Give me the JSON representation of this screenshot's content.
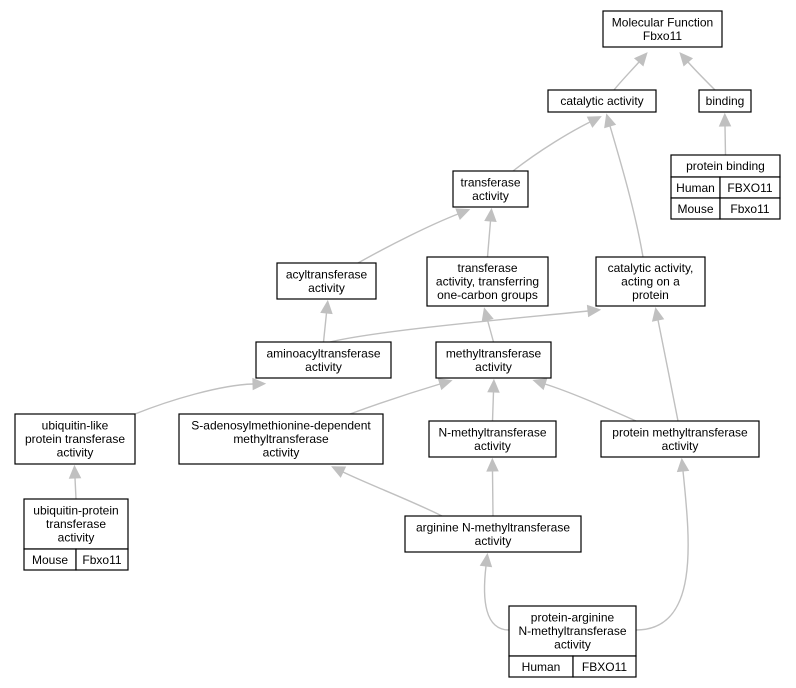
{
  "colors": {
    "human": "#fa6446",
    "mouse": "#add8e6",
    "edge": "#c0c0c0"
  },
  "nodes": {
    "molecular_function": [
      "Molecular Function",
      "Fbxo11"
    ],
    "catalytic_activity": [
      "catalytic activity"
    ],
    "binding": [
      "binding"
    ],
    "protein_binding": [
      "protein binding"
    ],
    "transferase_activity": [
      "transferase",
      "activity"
    ],
    "acyltransferase_activity": [
      "acyltransferase",
      "activity"
    ],
    "transferase_one_carbon": [
      "transferase",
      "activity, transferring",
      "one-carbon groups"
    ],
    "catalytic_on_protein": [
      "catalytic activity,",
      "acting on a",
      "protein"
    ],
    "aminoacyltransferase_activity": [
      "aminoacyltransferase",
      "activity"
    ],
    "methyltransferase_activity": [
      "methyltransferase",
      "activity"
    ],
    "ubiquitin_like_transferase": [
      "ubiquitin-like",
      "protein transferase",
      "activity"
    ],
    "sam_methyltransferase": [
      "S-adenosylmethionine-dependent",
      "methyltransferase",
      "activity"
    ],
    "n_methyltransferase": [
      "N-methyltransferase",
      "activity"
    ],
    "protein_methyltransferase": [
      "protein methyltransferase",
      "activity"
    ],
    "ubiquitin_protein_transferase": [
      "ubiquitin-protein",
      "transferase",
      "activity"
    ],
    "arginine_n_methyltransferase": [
      "arginine N-methyltransferase",
      "activity"
    ],
    "protein_arginine_n_methyltransferase": [
      "protein-arginine",
      "N-methyltransferase",
      "activity"
    ]
  },
  "annotations": {
    "protein_binding": [
      {
        "species": "Human",
        "gene": "FBXO11"
      },
      {
        "species": "Mouse",
        "gene": "Fbxo11"
      }
    ],
    "ubiquitin_protein_transferase": [
      {
        "species": "Mouse",
        "gene": "Fbxo11"
      }
    ],
    "protein_arginine_n_methyltransferase": [
      {
        "species": "Human",
        "gene": "FBXO11"
      }
    ]
  },
  "edges": [
    [
      "catalytic_activity",
      "molecular_function"
    ],
    [
      "binding",
      "molecular_function"
    ],
    [
      "protein_binding",
      "binding"
    ],
    [
      "transferase_activity",
      "catalytic_activity"
    ],
    [
      "catalytic_on_protein",
      "catalytic_activity"
    ],
    [
      "acyltransferase_activity",
      "transferase_activity"
    ],
    [
      "transferase_one_carbon",
      "transferase_activity"
    ],
    [
      "aminoacyltransferase_activity",
      "acyltransferase_activity"
    ],
    [
      "aminoacyltransferase_activity",
      "catalytic_on_protein"
    ],
    [
      "methyltransferase_activity",
      "transferase_one_carbon"
    ],
    [
      "ubiquitin_like_transferase",
      "aminoacyltransferase_activity"
    ],
    [
      "sam_methyltransferase",
      "methyltransferase_activity"
    ],
    [
      "n_methyltransferase",
      "methyltransferase_activity"
    ],
    [
      "protein_methyltransferase",
      "methyltransferase_activity"
    ],
    [
      "protein_methyltransferase",
      "catalytic_on_protein"
    ],
    [
      "ubiquitin_protein_transferase",
      "ubiquitin_like_transferase"
    ],
    [
      "arginine_n_methyltransferase",
      "sam_methyltransferase"
    ],
    [
      "arginine_n_methyltransferase",
      "n_methyltransferase"
    ],
    [
      "protein_arginine_n_methyltransferase",
      "arginine_n_methyltransferase"
    ],
    [
      "protein_arginine_n_methyltransferase",
      "protein_methyltransferase"
    ]
  ]
}
